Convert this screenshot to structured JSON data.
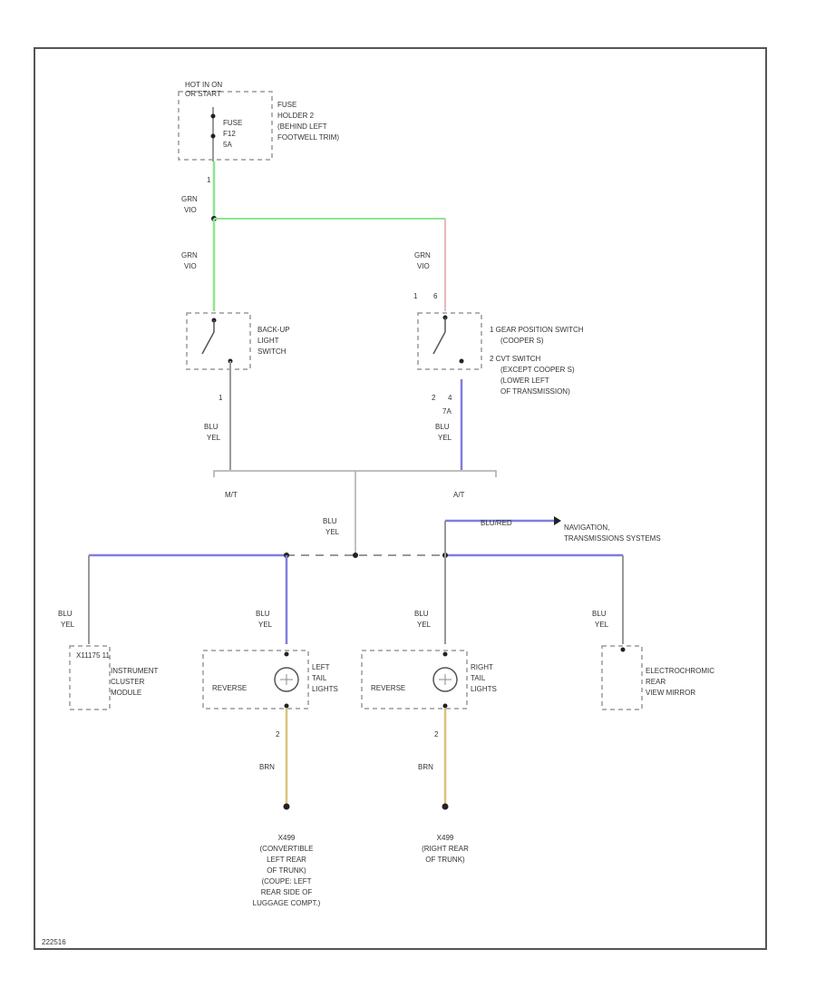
{
  "colors": {
    "green": "#8ee58e",
    "blue_yellow": "#7d7fdc",
    "brown": "#d9c37a",
    "gray": "#999999",
    "red": "#e0a0a0"
  },
  "fuse": {
    "header_line1": "HOT IN ON",
    "header_line2": "OR START",
    "fuse_line1": "FUSE",
    "fuse_line2": "F12",
    "fuse_line3": "5A",
    "holder_line1": "FUSE",
    "holder_line2": "HOLDER 2",
    "holder_line3": "(BEHIND LEFT",
    "holder_line4": "FOOTWELL TRIM)",
    "pin": "1"
  },
  "wires": {
    "grn_label": "GRN",
    "vio_label": "VIO",
    "blu_label": "BLU",
    "yel_label": "YEL",
    "brn_label": "BRN",
    "blu_red_label": "BLU/RED"
  },
  "backup_switch": {
    "line1": "BACK-UP",
    "line2": "LIGHT",
    "line3": "SWITCH",
    "pin_bottom": "1"
  },
  "gear_switch": {
    "pin_top_a": "1",
    "pin_top_b": "6",
    "line1": "1  GEAR POSITION SWITCH",
    "line2": "(COOPER S)",
    "line3": "2  CVT SWITCH",
    "line4": "(EXCEPT COOPER S)",
    "line5": "(LOWER LEFT",
    "line6": "OF TRANSMISSION)",
    "pin_bottom_a": "2",
    "pin_bottom_b": "4",
    "pin_bottom_c": "7A"
  },
  "transmission": {
    "mt": "M/T",
    "at": "A/T"
  },
  "navigation": {
    "line1": "NAVIGATION,",
    "line2": "TRANSMISSIONS SYSTEMS"
  },
  "instrument_cluster": {
    "connector": "X11175 11",
    "line1": "INSTRUMENT",
    "line2": "CLUSTER",
    "line3": "MODULE"
  },
  "left_tail": {
    "reverse": "REVERSE",
    "line1": "LEFT",
    "line2": "TAIL",
    "line3": "LIGHTS",
    "pin": "2"
  },
  "right_tail": {
    "reverse": "REVERSE",
    "line1": "RIGHT",
    "line2": "TAIL",
    "line3": "LIGHTS",
    "pin": "2"
  },
  "mirror": {
    "line1": "ELECTROCHROMIC",
    "line2": "REAR",
    "line3": "VIEW MIRROR"
  },
  "left_ground": {
    "line1": "X499",
    "line2": "(CONVERTIBLE",
    "line3": "LEFT REAR",
    "line4": "OF TRUNK)",
    "line5": "(COUPE: LEFT",
    "line6": "REAR SIDE OF",
    "line7": "LUGGAGE COMPT.)"
  },
  "right_ground": {
    "line1": "X499",
    "line2": "(RIGHT REAR",
    "line3": "OF TRUNK)"
  },
  "footer_code": "222516"
}
